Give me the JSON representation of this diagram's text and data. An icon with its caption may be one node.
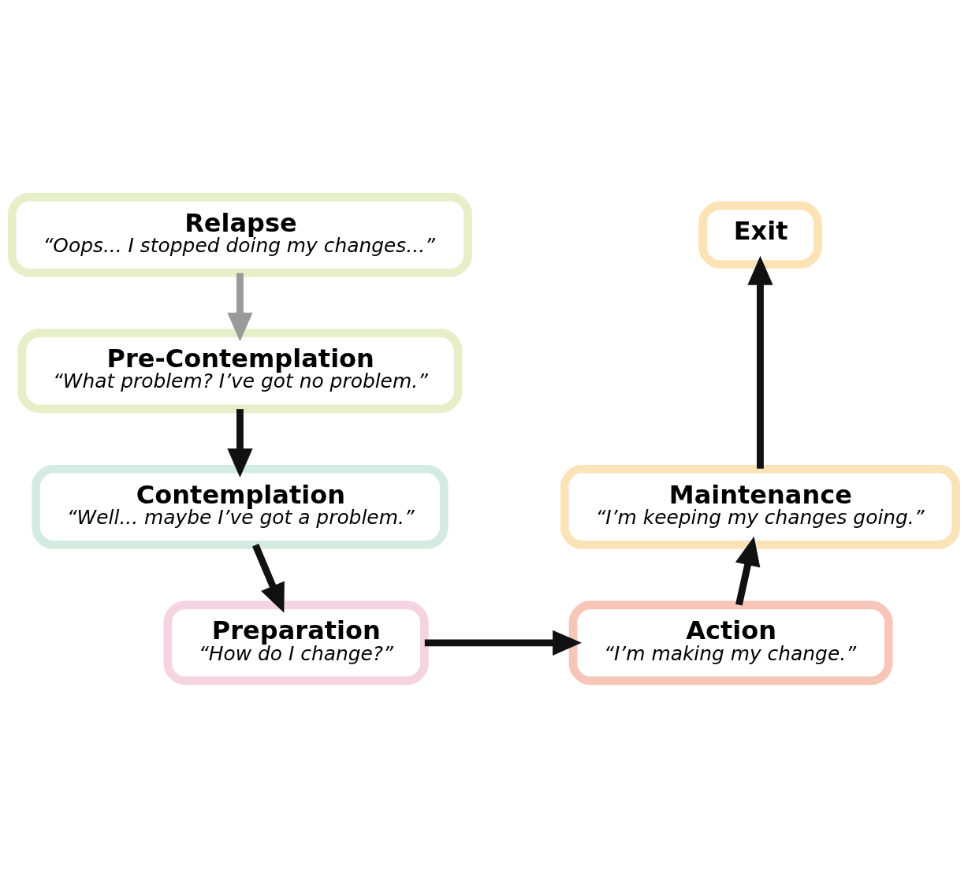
{
  "diagram": {
    "nodes": [
      {
        "text": [
          "Relapse",
          "“Oops... I stopped doing my changes...”"
        ]
      },
      {
        "text": [
          "Exit"
        ]
      },
      {
        "text": [
          "Pre-Contemplation",
          "“What problem? I’ve got no problem.”"
        ]
      },
      {
        "text": [
          "Contemplation",
          "“Well... maybe I’ve got a problem.”"
        ]
      },
      {
        "text": [
          "Maintenance",
          "“I’m keeping my changes going.”"
        ]
      },
      {
        "text": [
          "Action",
          "“I’m making my change.”"
        ]
      },
      {
        "text": [
          "Preparation",
          "“How do I change?”"
        ]
      }
    ],
    "edges": [
      {
        "from": 0,
        "to": 2,
        "arrow": "to",
        "color": "#9a9a9a"
      },
      {
        "from": 2,
        "to": 3,
        "arrow": "to"
      },
      {
        "from": 3,
        "to": 6,
        "arrow": "to"
      },
      {
        "from": 6,
        "to": 5,
        "arrow": "to"
      },
      {
        "from": 5,
        "to": 4,
        "arrow": "to"
      },
      {
        "from": 4,
        "to": 1,
        "arrow": "to"
      }
    ]
  }
}
